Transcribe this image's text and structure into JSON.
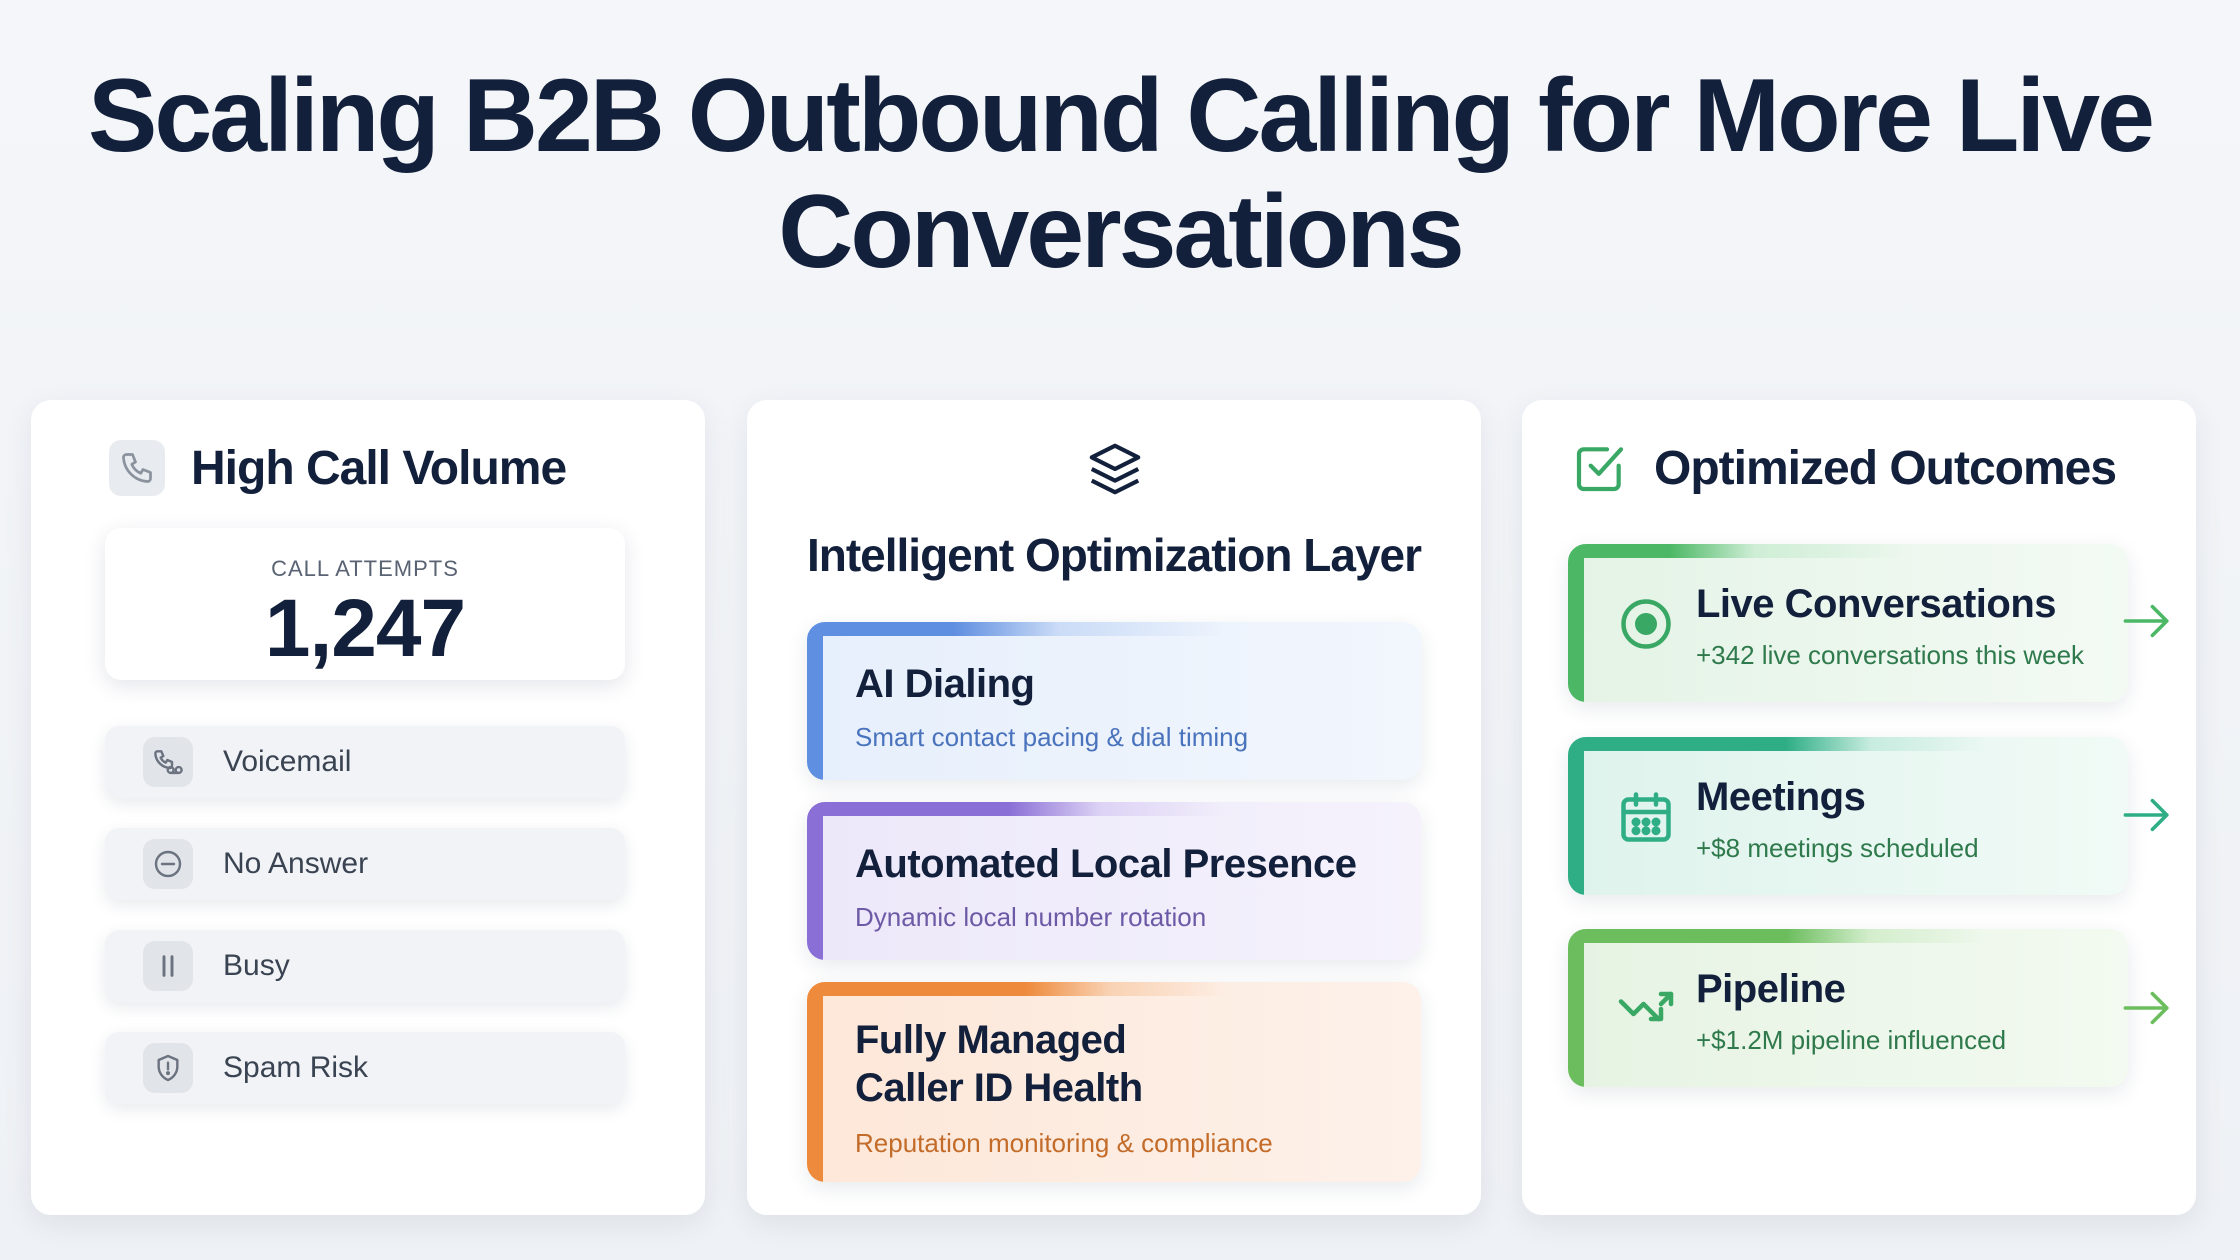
{
  "title_line1": "Scaling B2B Outbound Calling for More Live",
  "title_line2": "Conversations",
  "left": {
    "heading": "High Call Volume",
    "attempts_label": "CALL ATTEMPTS",
    "attempts_value": "1,247",
    "items": [
      {
        "label": "Voicemail",
        "icon": "voicemail-icon"
      },
      {
        "label": "No Answer",
        "icon": "no-answer-icon"
      },
      {
        "label": "Busy",
        "icon": "pause-icon"
      },
      {
        "label": "Spam Risk",
        "icon": "shield-icon"
      }
    ]
  },
  "middle": {
    "heading": "Intelligent Optimization Layer",
    "icon": "layers-icon",
    "layers": [
      {
        "title": "AI Dialing",
        "subtitle": "Smart contact pacing & dial timing",
        "color": "#5f8fe0"
      },
      {
        "title": "Automated Local Presence",
        "subtitle": "Dynamic local number rotation",
        "color": "#8a6fd6"
      },
      {
        "title_line1": "Fully Managed",
        "title_line2": "Caller ID Health",
        "subtitle": "Reputation monitoring & compliance",
        "color": "#ee8a3c"
      }
    ]
  },
  "right": {
    "heading": "Optimized Outcomes",
    "icon": "checkbox-icon",
    "outcomes": [
      {
        "title": "Live Conversations",
        "subtitle": "+342 live conversations this week",
        "icon": "target-icon",
        "color": "#4cb866"
      },
      {
        "title": "Meetings",
        "subtitle": "+$8 meetings scheduled",
        "icon": "calendar-icon",
        "color": "#2fae86"
      },
      {
        "title": "Pipeline",
        "subtitle": "+$1.2M pipeline influenced",
        "icon": "trend-icon",
        "color": "#6cbd5e"
      }
    ]
  }
}
